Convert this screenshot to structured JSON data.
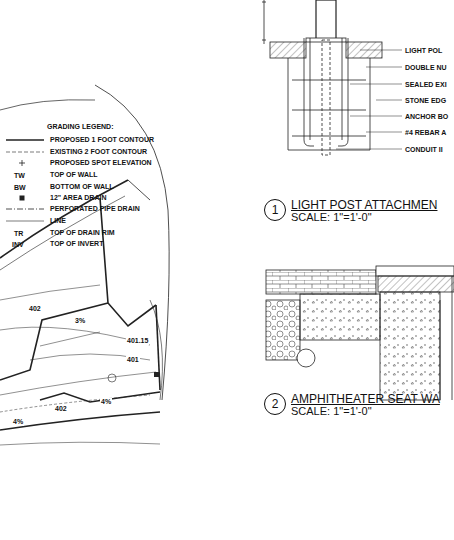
{
  "diagram": {
    "nodes": [
      {
        "text": [
          "1",
          "LIGHT POST ATTACHMEN",
          "SCALE: 1\"=1'-0\""
        ]
      },
      {
        "text": [
          "2",
          "AMPHITHEATER SEAT WA",
          "SCALE: 1\"=1'-0\""
        ]
      }
    ],
    "labels": [
      "GRADING LEGEND:",
      "TW",
      "BW",
      "TR",
      "INV",
      "402",
      "3%",
      "401.15",
      "401",
      "402",
      "4%",
      "4%",
      "LIGHT POL",
      "DOUBLE NU",
      "SEALED EXI",
      "STONE EDG",
      "ANCHOR BO",
      "#4 REBAR A",
      "CONDUIT II"
    ],
    "legend": [
      {
        "text": "PROPOSED 1 FOOT CONTOUR"
      },
      {
        "text": "EXISTING 2 FOOT CONTOUR"
      },
      {
        "text": "PROPOSED SPOT ELEVATION"
      },
      {
        "text": "TOP OF WALL"
      },
      {
        "text": "BOTTOM OF WALL"
      },
      {
        "text": "12\" AREA DRAIN"
      },
      {
        "text": "PERFORATED PIPE DRAIN"
      },
      {
        "text": "LINE"
      },
      {
        "text": "TOP OF DRAIN RIM"
      },
      {
        "text": "TOP OF INVERT"
      }
    ]
  }
}
